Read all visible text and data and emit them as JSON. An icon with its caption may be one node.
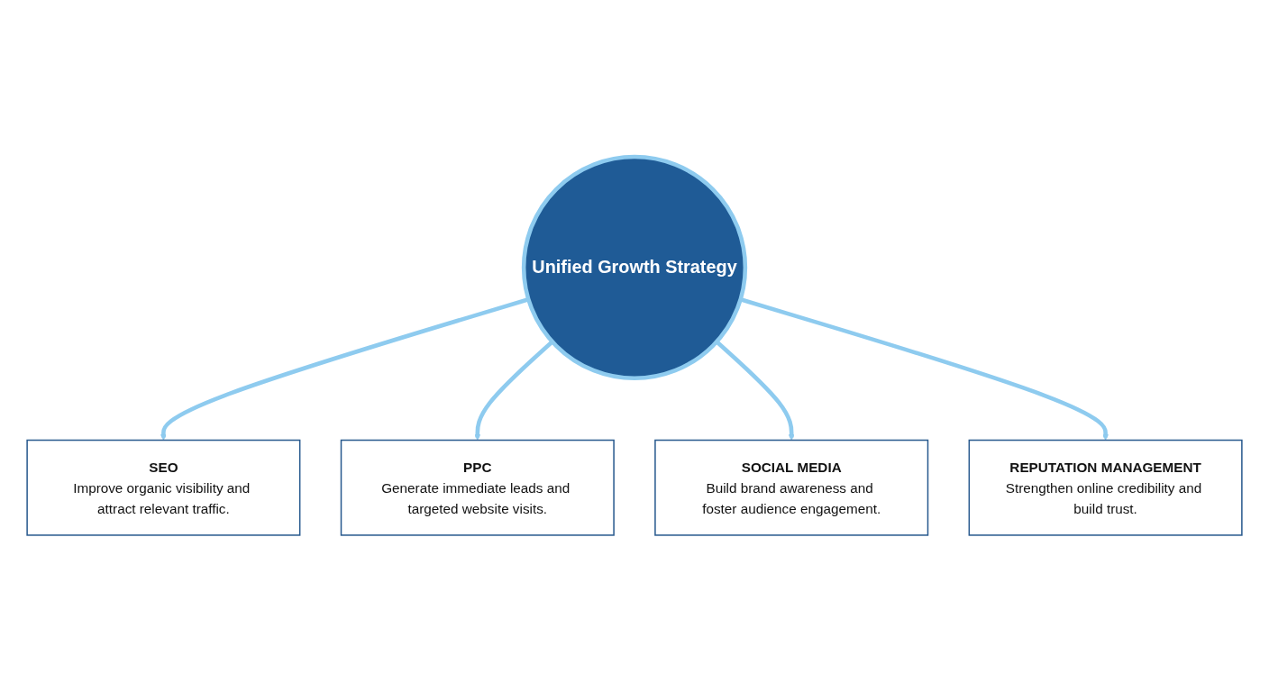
{
  "diagram": {
    "nodes": [
      {
        "text": [
          "SEO",
          "Improve organic visibility and attract relevant traffic."
        ]
      },
      {
        "text": [
          "PPC",
          "Generate immediate leads and targeted website visits."
        ]
      },
      {
        "text": [
          "Unified Growth Strategy"
        ]
      },
      {
        "text": [
          "SOCIAL MEDIA",
          "Build brand awareness and foster audience engagement."
        ]
      },
      {
        "text": [
          "REPUTATION MANAGEMENT",
          "Strengthen online credibility and build trust."
        ]
      }
    ],
    "edges": [
      {
        "from": 2,
        "to": 0,
        "arrow": "to"
      },
      {
        "from": 2,
        "to": 1,
        "arrow": "to"
      },
      {
        "from": 2,
        "to": 3,
        "arrow": "to"
      },
      {
        "from": 2,
        "to": 4,
        "arrow": "to"
      }
    ]
  }
}
